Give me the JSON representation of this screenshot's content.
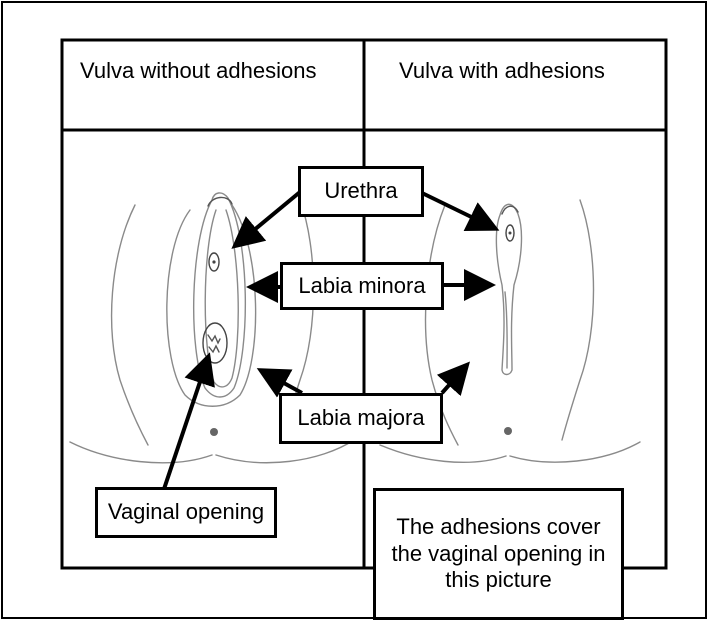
{
  "columns": {
    "left_header": "Vulva without adhesions",
    "right_header": "Vulva with adhesions"
  },
  "labels": {
    "urethra": "Urethra",
    "labia_minora": "Labia minora",
    "labia_majora": "Labia majora",
    "vaginal_opening": "Vaginal opening",
    "note": "The adhesions cover the vaginal opening in this picture"
  },
  "colors": {
    "line": "#000000",
    "sketch": "#8a8a8a"
  }
}
